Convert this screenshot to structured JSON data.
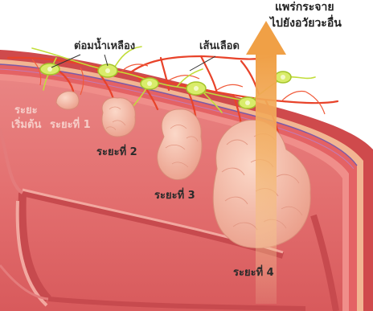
{
  "labels": {
    "lymph_node": "ต่อมน้ำเหลือง",
    "blood_vessel": "เส้นเลือด",
    "metastasis_line1": "แพร่กระจาย",
    "metastasis_line2": "ไปยังอวัยวะอื่น",
    "stage_early_line1": "ระยะ",
    "stage_early_line2": "เริ่มต้น",
    "stage_1": "ระยะที่ 1",
    "stage_2": "ระยะที่ 2",
    "stage_3": "ระยะที่ 3",
    "stage_4": "ระยะที่ 4"
  },
  "colors": {
    "mucosa": "#e46e6e",
    "wall_outer": "#d95050",
    "serosa": "#f3b08e",
    "vessel": "#e8432a",
    "lymph": "#b8d63a",
    "tumor": "#f4b8a4",
    "arrow": "#f0a046"
  }
}
